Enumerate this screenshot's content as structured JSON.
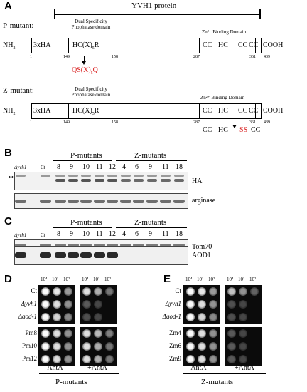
{
  "panels": {
    "A": {
      "letter": "A",
      "protein_label": "YVH1 protein",
      "p_mutant": {
        "title": "P-mutant:",
        "nh2": "NH",
        "nh2_sub": "2",
        "tag": "3xHA",
        "phosphatase_domain": "Dual Specificity\nPhophatase domain",
        "motif": "HC(X)",
        "motif_sub": "5",
        "motif_end": "R",
        "zn_domain": "Zn²⁺ Binding Domain",
        "cc1": "CC",
        "hc": "HC",
        "cc2": "CC",
        "cc3": "CC",
        "cooh": "COOH",
        "pos_1": "1",
        "pos_149": "149",
        "pos_158": "158",
        "pos_287": "287",
        "pos_361": "361",
        "pos_439": "439",
        "mutation": "QS(X)",
        "mutation_sub": "5",
        "mutation_end": "Q"
      },
      "z_mutant": {
        "title": "Z-mutant:",
        "nh2": "NH",
        "nh2_sub": "2",
        "tag": "3xHA",
        "phosphatase_domain": "Dual Specificity\nPhophatase domain",
        "motif": "HC(X)",
        "motif_sub": "5",
        "motif_end": "R",
        "zn_domain": "Zn²⁺ Binding Domain",
        "cc1": "CC",
        "hc": "HC",
        "cc2": "CC",
        "cc3": "CC",
        "cooh": "COOH",
        "pos_1": "1",
        "pos_149": "149",
        "pos_158": "158",
        "pos_287": "287",
        "pos_361": "361",
        "pos_439": "439",
        "below_cc1": "CC",
        "below_hc": "HC",
        "below_ss": "SS",
        "below_cc": "CC"
      }
    },
    "B": {
      "letter": "B",
      "lane_dyvh1": "Δyvh1",
      "lane_ct": "Ct",
      "group_p": "P-mutants",
      "group_z": "Z-mutants",
      "p_lanes": [
        "8",
        "9",
        "10",
        "11",
        "12"
      ],
      "z_lanes": [
        "4",
        "6",
        "9",
        "11",
        "18"
      ],
      "asterisk": "*",
      "blot1": "HA",
      "blot2": "arginase"
    },
    "C": {
      "letter": "C",
      "lane_dyvh1": "Δyvh1",
      "lane_ct": "Ct",
      "group_p": "P-mutants",
      "group_z": "Z-mutants",
      "p_lanes": [
        "8",
        "9",
        "10",
        "11",
        "12"
      ],
      "z_lanes": [
        "4",
        "6",
        "9",
        "11",
        "18"
      ],
      "blot1": "Tom70",
      "blot2": "AOD1"
    },
    "D": {
      "letter": "D",
      "dil_1": "10⁴",
      "dil_2": "10³",
      "dil_3": "10²",
      "rows": [
        "Ct",
        "Δyvh1",
        "Δaod-1",
        "Pm8",
        "Pm10",
        "Pm12"
      ],
      "cond_1": "-AntA",
      "cond_2": "+AntA",
      "footer": "P-mutants"
    },
    "E": {
      "letter": "E",
      "dil_1": "10⁴",
      "dil_2": "10³",
      "dil_3": "10²",
      "rows": [
        "Ct",
        "Δyvh1",
        "Δaod-1",
        "Zm4",
        "Zm6",
        "Zm9"
      ],
      "cond_1": "-AntA",
      "cond_2": "+AntA",
      "footer": "Z-mutants"
    }
  },
  "colors": {
    "mutation_red": "#d92020",
    "plate_bg": "#0b0b0b",
    "band_dark": "#3a3a3a"
  },
  "spot_levels": {
    "D": {
      "minus": [
        [
          1,
          0.9,
          0.5
        ],
        [
          1,
          0.85,
          0.45
        ],
        [
          1,
          0.8,
          0.4
        ],
        [
          1,
          0.85,
          0.45
        ],
        [
          1,
          0.85,
          0.45
        ],
        [
          1,
          0.85,
          0.45
        ]
      ],
      "plus": [
        [
          0.85,
          0.6,
          0.3
        ],
        [
          0.15,
          0.05,
          0
        ],
        [
          0.1,
          0.05,
          0
        ],
        [
          0.85,
          0.65,
          0.35
        ],
        [
          0.85,
          0.6,
          0.3
        ],
        [
          0.85,
          0.6,
          0.3
        ]
      ]
    },
    "E": {
      "minus": [
        [
          1,
          0.9,
          0.5
        ],
        [
          1,
          0.85,
          0.45
        ],
        [
          1,
          0.8,
          0.4
        ],
        [
          1,
          0.85,
          0.45
        ],
        [
          1,
          0.85,
          0.45
        ],
        [
          1,
          0.85,
          0.45
        ]
      ],
      "plus": [
        [
          0.7,
          0.45,
          0.2
        ],
        [
          0.1,
          0.05,
          0
        ],
        [
          0.1,
          0.05,
          0
        ],
        [
          0.15,
          0.05,
          0
        ],
        [
          0.15,
          0.05,
          0
        ],
        [
          0.15,
          0.05,
          0
        ]
      ]
    }
  }
}
